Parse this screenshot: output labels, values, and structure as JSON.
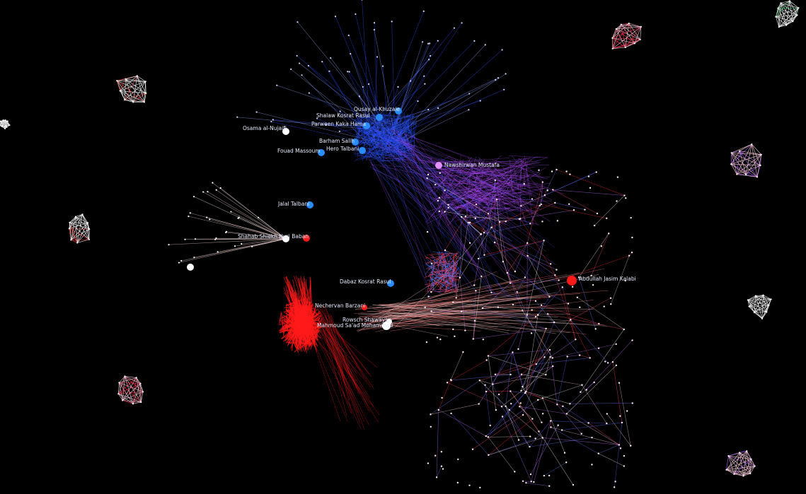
{
  "colors": {
    "background": "#000000",
    "blue": "#2a52ff",
    "red": "#ff1a1a",
    "purple": "#b04cff",
    "white": "#ffffff",
    "pink": "#f0a0c0",
    "green": "#40c060"
  },
  "labels": {
    "amjad_adnan_karpatharbiri": "Qusay al-Khuzaie",
    "shwan": "Shalaw Kosrat Rasul",
    "parween": "Parween Kaka Hama",
    "osama": "Osama al-Nujaifi",
    "barham": "Barham Salih",
    "hero": "Hero Talbani",
    "fouad": "Fouad Massoum",
    "nawshirwan": "Nawshirwan Mustafa",
    "jalal": "Jalal Talbani",
    "shahab": "Shahab Shiekh Nuri Baban",
    "dabaz": "Dabaz Kosrat Rasul",
    "abdulla": "Abdullah Jasim Kalabi",
    "nechervan": "Nechervan Barzani",
    "mahmoud": "Mahmoud Sa'ad Mohammad",
    "rowsch": "Rowsch Shaways"
  }
}
